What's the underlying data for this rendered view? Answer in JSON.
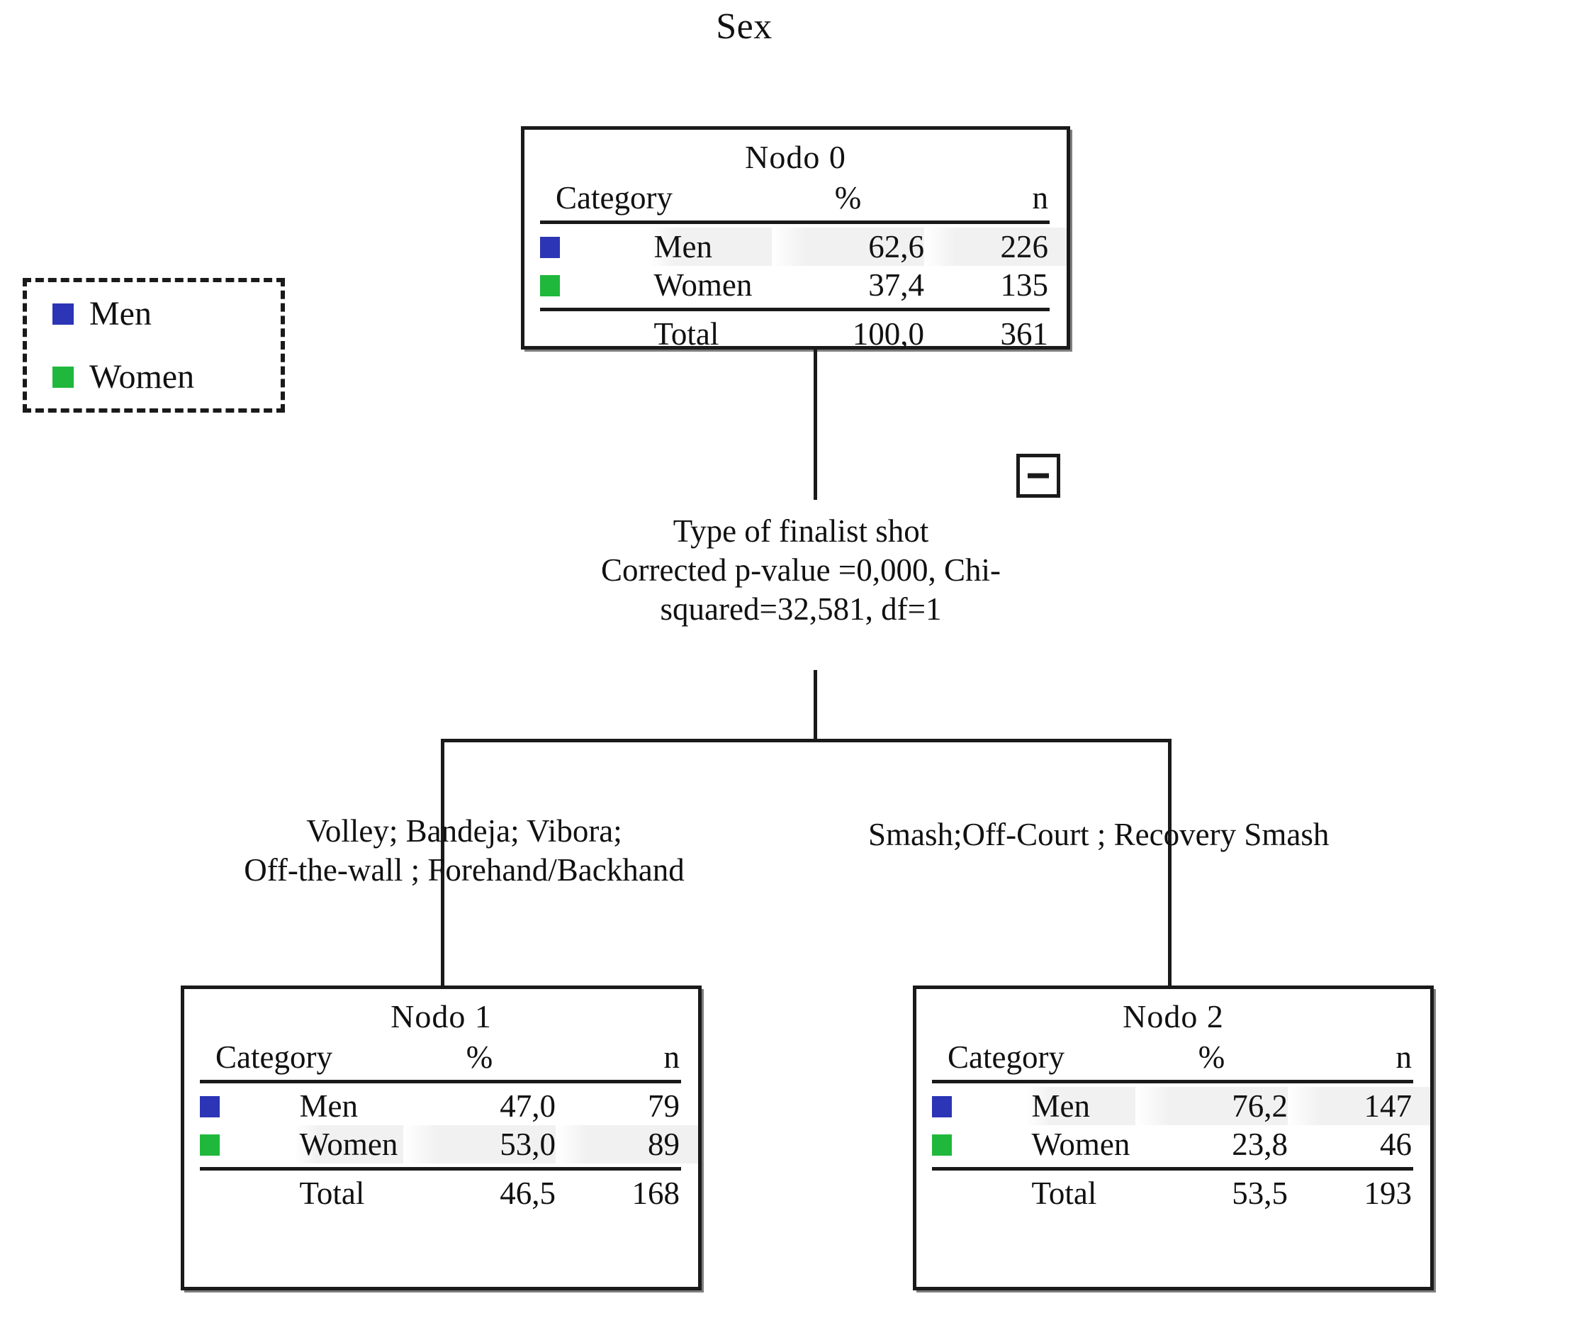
{
  "chart_data": {
    "type": "diagram",
    "title": "Sex",
    "diagram_kind": "CHAID decision tree",
    "target_variable": "Sex",
    "categories": [
      "Men",
      "Women"
    ],
    "colors": {
      "men": "#2B35B5",
      "women": "#1FB83C"
    },
    "nodes": [
      {
        "id": "Nodo 0",
        "rows": [
          {
            "category": "Men",
            "pct": "62,6",
            "n": "226",
            "color_key": "men"
          },
          {
            "category": "Women",
            "pct": "37,4",
            "n": "135",
            "color_key": "women"
          }
        ],
        "total": {
          "label": "Total",
          "pct": "100,0",
          "n": "361"
        }
      },
      {
        "id": "Nodo 1",
        "rows": [
          {
            "category": "Men",
            "pct": "47,0",
            "n": "79",
            "color_key": "men"
          },
          {
            "category": "Women",
            "pct": "53,0",
            "n": "89",
            "color_key": "women"
          }
        ],
        "total": {
          "label": "Total",
          "pct": "46,5",
          "n": "168"
        }
      },
      {
        "id": "Nodo 2",
        "rows": [
          {
            "category": "Men",
            "pct": "76,2",
            "n": "147",
            "color_key": "men"
          },
          {
            "category": "Women",
            "pct": "23,8",
            "n": "46",
            "color_key": "women"
          }
        ],
        "total": {
          "label": "Total",
          "pct": "53,5",
          "n": "193"
        }
      }
    ],
    "split": {
      "variable": "Type of finalist shot",
      "statistics": "Corrected p-value =0,000, Chi-squared=32,581, df=1",
      "p_value": "0,000",
      "chi_squared": "32,581",
      "df": "1"
    },
    "branches": [
      {
        "node": "Nodo 1",
        "label": "Volley;    Bandeja; Vibora; Off-the-wall ; Forehand/Backhand"
      },
      {
        "node": "Nodo 2",
        "label": "Smash;Off-Court ; Recovery Smash"
      }
    ]
  },
  "title": "Sex",
  "legend": {
    "items": [
      {
        "label": "Men",
        "color": "#2B35B5",
        "icon": "blue-square-swatch"
      },
      {
        "label": "Women",
        "color": "#1FB83C",
        "icon": "green-square-swatch"
      }
    ]
  },
  "table_headers": {
    "category": "Category",
    "pct": "%",
    "n": "n"
  },
  "node0": {
    "title": "Nodo 0",
    "rows": [
      {
        "category": "Men",
        "pct": "62,6",
        "n": "226",
        "color": "#2B35B5"
      },
      {
        "category": "Women",
        "pct": "37,4",
        "n": "135",
        "color": "#1FB83C"
      }
    ],
    "total_label": "Total",
    "total_pct": "100,0",
    "total_n": "361"
  },
  "node1": {
    "title": "Nodo 1",
    "rows": [
      {
        "category": "Men",
        "pct": "47,0",
        "n": "79",
        "color": "#2B35B5"
      },
      {
        "category": "Women",
        "pct": "53,0",
        "n": "89",
        "color": "#1FB83C"
      }
    ],
    "total_label": "Total",
    "total_pct": "46,5",
    "total_n": "168"
  },
  "node2": {
    "title": "Nodo 2",
    "rows": [
      {
        "category": "Men",
        "pct": "76,2",
        "n": "147",
        "color": "#2B35B5"
      },
      {
        "category": "Women",
        "pct": "23,8",
        "n": "46",
        "color": "#1FB83C"
      }
    ],
    "total_label": "Total",
    "total_pct": "53,5",
    "total_n": "193"
  },
  "split": {
    "variable": "Type of finalist shot",
    "stat_line1": "Corrected p-value =0,000, Chi-",
    "stat_line2": "squared=32,581, df=1"
  },
  "branches": {
    "left_line1": "Volley;    Bandeja; Vibora;",
    "left_line2": "Off-the-wall ; Forehand/Backhand",
    "right": "Smash;Off-Court ; Recovery Smash"
  },
  "controls": {
    "collapse_label": "−"
  }
}
